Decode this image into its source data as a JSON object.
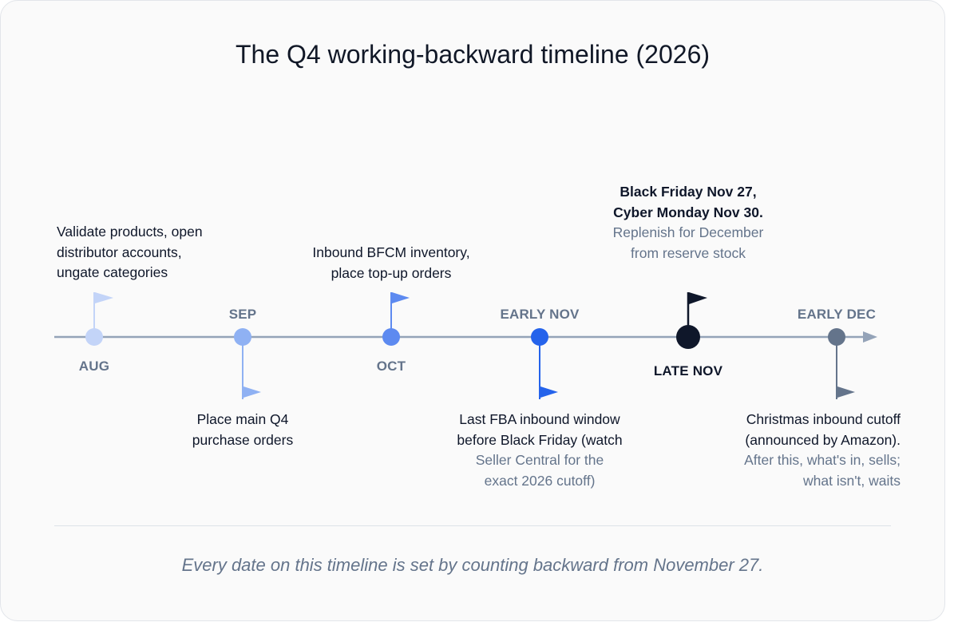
{
  "title": "The Q4 working-backward timeline (2026)",
  "milestones": [
    {
      "label": "AUG",
      "color": "#c3d4f8",
      "note": [
        "Validate products, open",
        "distributor accounts,",
        "ungate categories"
      ]
    },
    {
      "label": "SEP",
      "color": "#8fb1f3",
      "note": [
        "Place main Q4",
        "purchase orders"
      ]
    },
    {
      "label": "OCT",
      "color": "#5d8af0",
      "note": [
        "Inbound BFCM inventory,",
        "place top-up orders"
      ]
    },
    {
      "label": "EARLY NOV",
      "color": "#2563eb",
      "note": [
        "Last FBA inbound window",
        "before Black Friday (watch"
      ],
      "note_muted": [
        "Seller Central for the",
        "exact 2026 cutoff)"
      ]
    },
    {
      "label": "LATE NOV",
      "color": "#0f172a",
      "note_bold": [
        "Black Friday Nov 27,",
        "Cyber Monday Nov 30."
      ],
      "note_muted": [
        "Replenish for December",
        "from reserve stock"
      ]
    },
    {
      "label": "EARLY DEC",
      "color": "#64748b",
      "note": [
        "Christmas inbound cutoff",
        "(announced by Amazon)."
      ],
      "note_muted": [
        "After this, what's in, sells;",
        "what isn't, waits"
      ]
    }
  ],
  "axis_color": "#94a3b8",
  "footer": "Every date on this timeline is set by counting backward from November 27."
}
